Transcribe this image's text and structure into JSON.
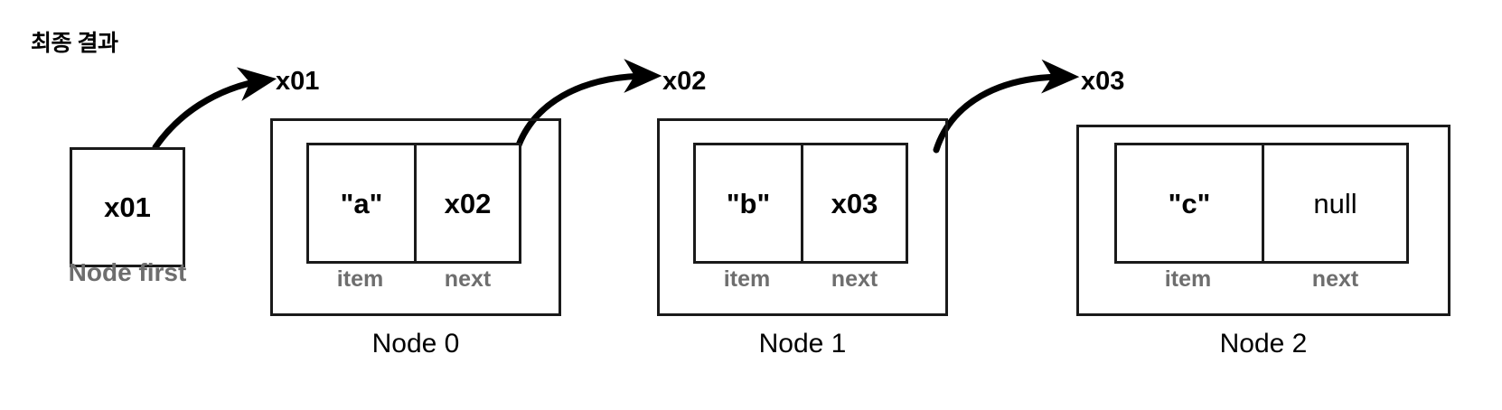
{
  "diagram": {
    "title": "최종 결과",
    "pointer": {
      "value": "x01",
      "caption": "Node first"
    },
    "field_labels": {
      "item": "item",
      "next": "next"
    },
    "nodes": [
      {
        "address": "x01",
        "item": "\"a\"",
        "next": "x02",
        "caption": "Node 0"
      },
      {
        "address": "x02",
        "item": "\"b\"",
        "next": "x03",
        "caption": "Node 1"
      },
      {
        "address": "x03",
        "item": "\"c\"",
        "next": "null",
        "caption": "Node 2"
      }
    ],
    "colors": {
      "stroke": "#1a1a1a",
      "text": "#000000",
      "muted": "#6e6e6e",
      "background": "#ffffff"
    }
  }
}
